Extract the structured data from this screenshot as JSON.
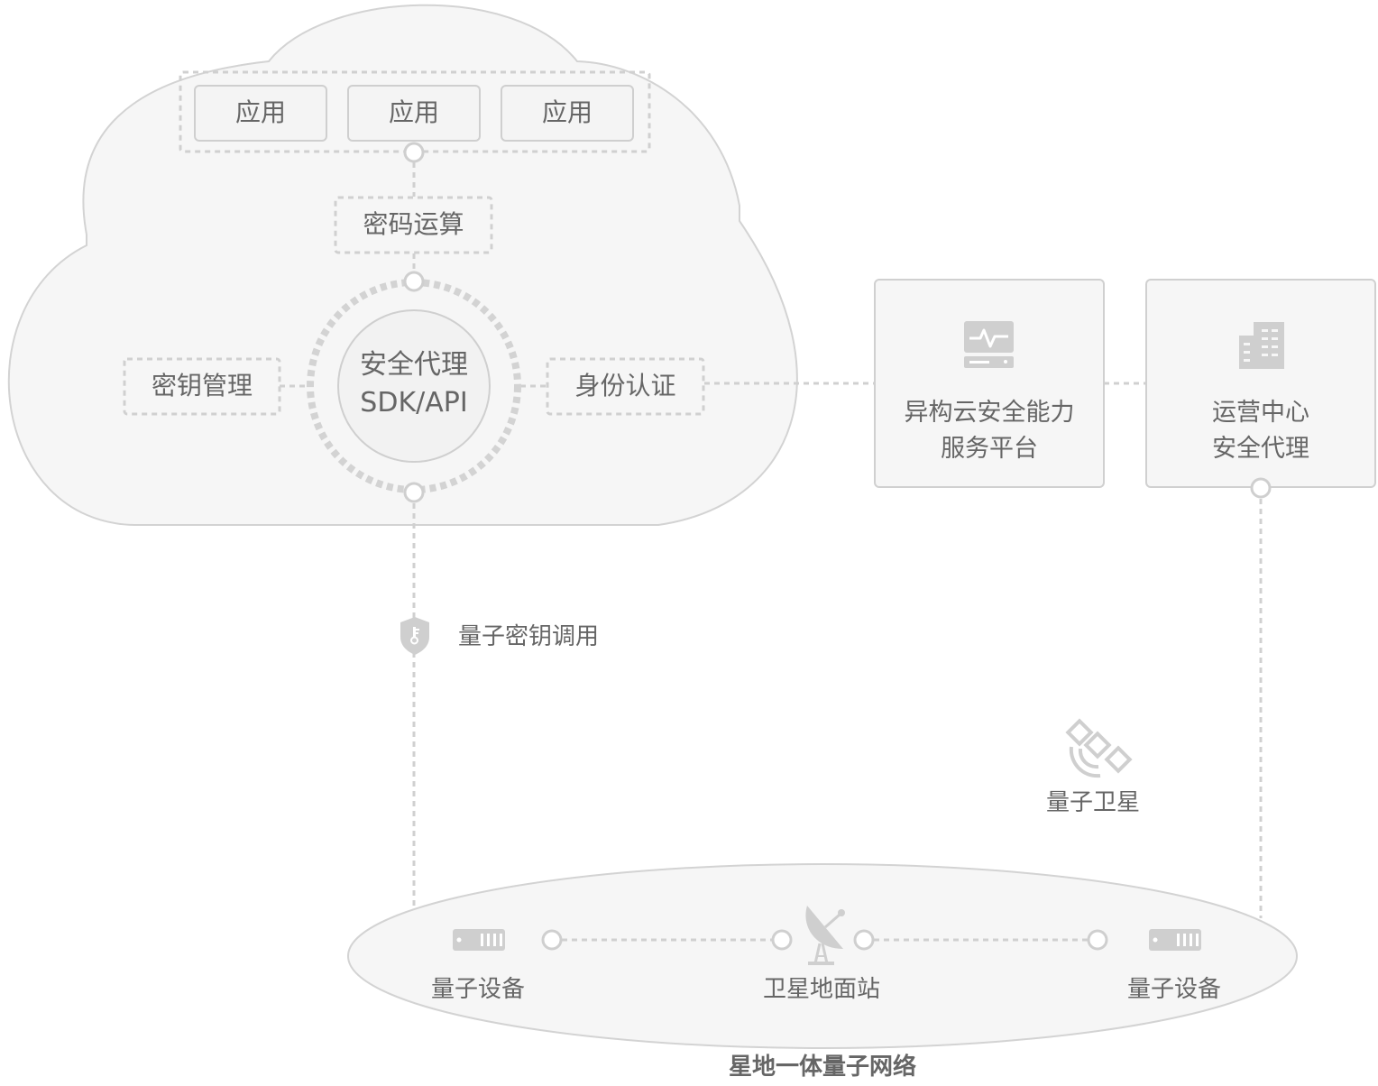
{
  "cloud": {
    "apps": [
      "应用",
      "应用",
      "应用"
    ],
    "crypto": "密码运算",
    "key_mgmt": "密钥管理",
    "identity": "身份认证",
    "core_line1": "安全代理",
    "core_line2": "SDK/API"
  },
  "platform": {
    "line1": "异构云安全能力",
    "line2": "服务平台"
  },
  "ops": {
    "line1": "运营中心",
    "line2": "安全代理"
  },
  "key_call": "量子密钥调用",
  "satellite": "量子卫星",
  "network": {
    "device_left": "量子设备",
    "ground_station": "卫星地面站",
    "device_right": "量子设备",
    "title": "星地一体量子网络"
  },
  "icons": [
    "monitor-icon",
    "building-icon",
    "shield-key-icon",
    "satellite-icon",
    "satellite-dish-icon",
    "server-icon"
  ],
  "colors": {
    "line": "#d0d0d0",
    "fill": "#f6f6f6",
    "text": "#666666",
    "icon": "#cfcfcf"
  }
}
